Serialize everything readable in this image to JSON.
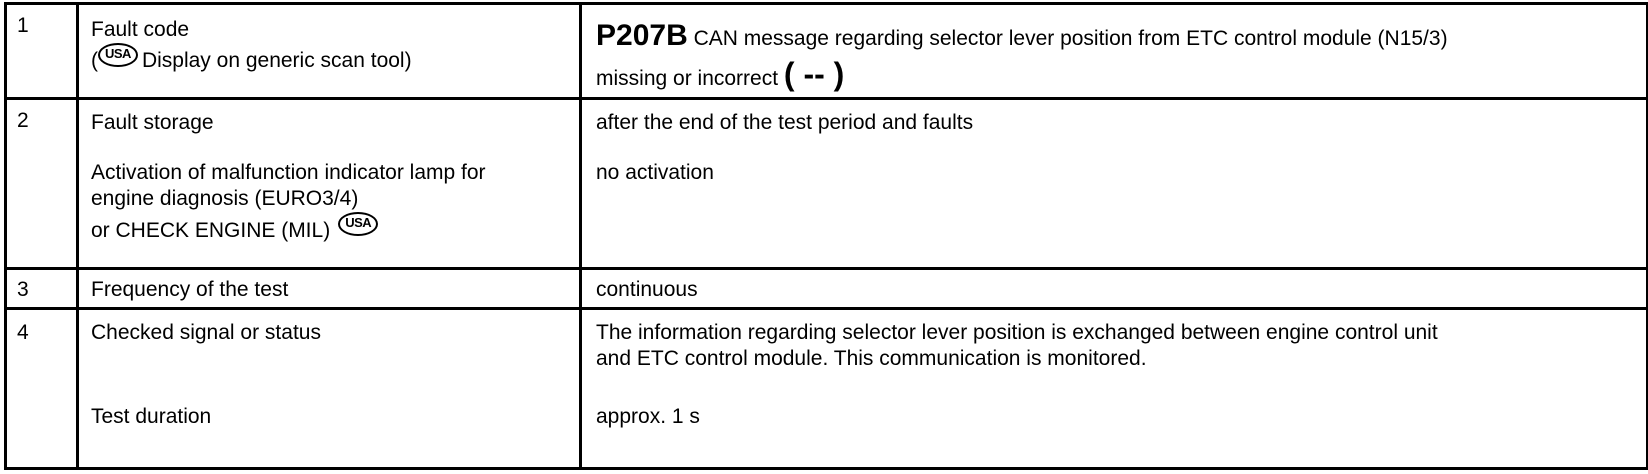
{
  "rows": [
    {
      "number": "1",
      "label_line1": "Fault code",
      "label_paren_open": "(",
      "label_icon": "USA",
      "label_line2": "Display on generic scan tool)",
      "code": "P207B",
      "value_line1": "CAN message regarding selector lever position from ETC control module (N15/3)",
      "value_line2": "missing or incorrect",
      "value_suffix": "( -- )"
    },
    {
      "number": "2",
      "label_a": "Fault storage",
      "value_a": "after the end of the test period and faults",
      "label_b_line1": "Activation of malfunction indicator lamp for",
      "label_b_line2": "engine diagnosis (EURO3/4)",
      "label_b_line3": "or CHECK ENGINE (MIL)",
      "label_b_icon": "USA",
      "value_b": "no activation"
    },
    {
      "number": "3",
      "label": "Frequency of the test",
      "value": "continuous"
    },
    {
      "number": "4",
      "label_a": "Checked signal or status",
      "value_a_line1": "The information regarding selector lever position is exchanged between engine control unit",
      "value_a_line2": "and ETC control module. This communication is monitored.",
      "label_b": "Test duration",
      "value_b": "approx. 1 s"
    }
  ]
}
